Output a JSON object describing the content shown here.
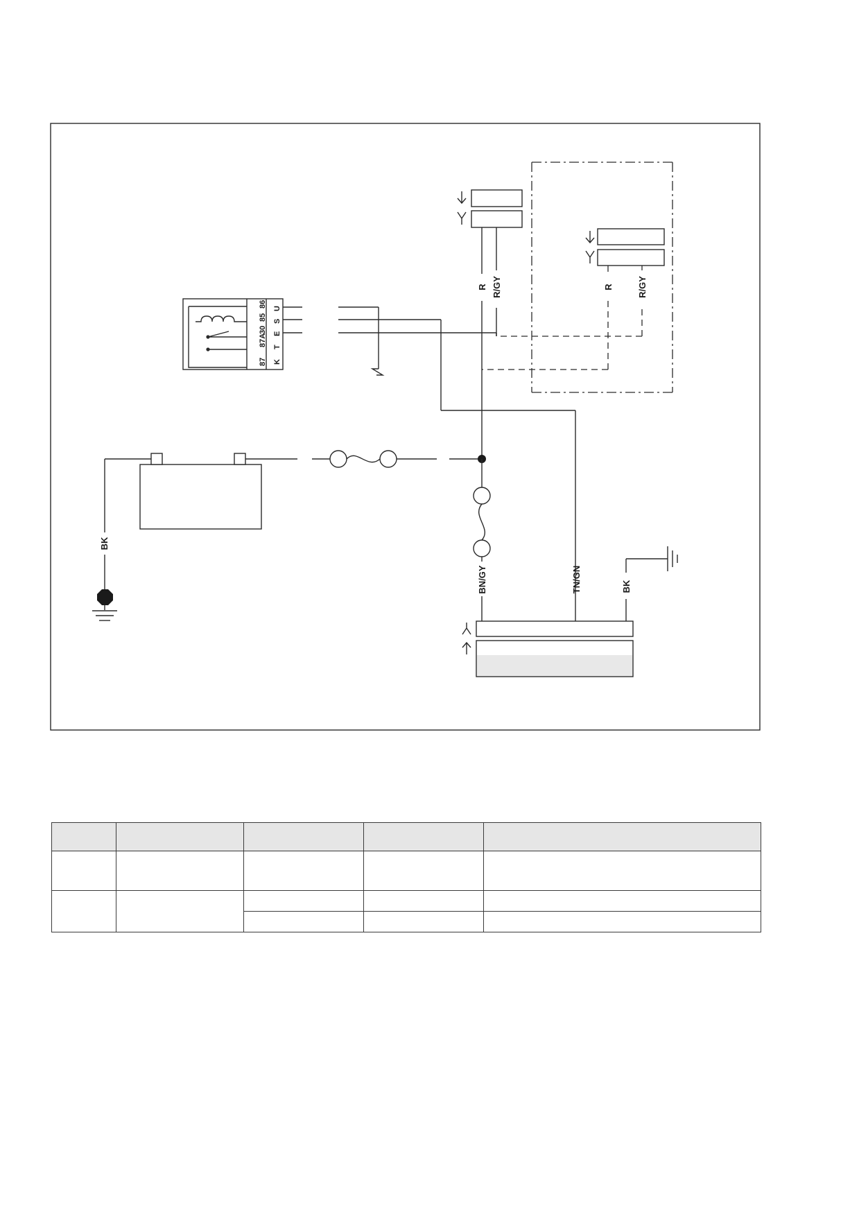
{
  "wire_labels": {
    "top_conn_r": "R",
    "top_conn_rgy": "R/GY",
    "right_conn_r": "R",
    "right_conn_rgy": "R/GY",
    "battery_ground": "BK",
    "bottom_bngy": "BN/GY",
    "bottom_tngn": "TN/GN",
    "bottom_bk": "BK"
  },
  "relay_pins": {
    "row_letters": [
      "K",
      "T",
      "E",
      "S",
      "U"
    ],
    "col1": [
      "87",
      "87A"
    ],
    "col2": [
      "30",
      "85",
      "86"
    ]
  },
  "table": {
    "header": [
      "",
      "",
      "",
      "",
      ""
    ],
    "rows": [
      [
        "",
        "",
        "",
        "",
        ""
      ],
      [
        "",
        "",
        "",
        "",
        ""
      ],
      [
        "",
        "",
        ""
      ]
    ]
  }
}
